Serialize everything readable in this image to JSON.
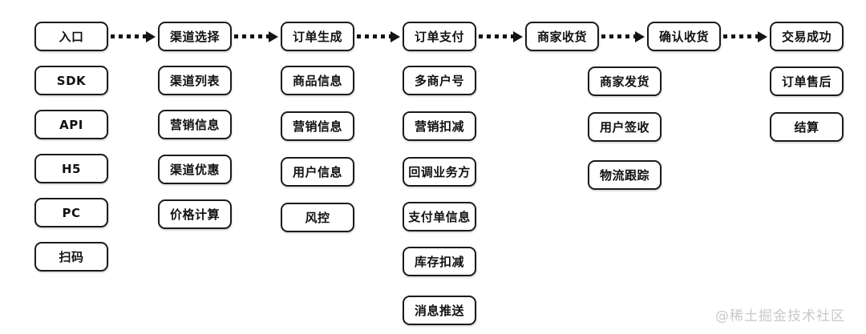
{
  "colors": {
    "background": "#ffffff",
    "box_fill": "#ffffff",
    "box_border": "#1b1b1b",
    "arrow": "#141414",
    "text": "#111111",
    "watermark_text": "#c9c9c9"
  },
  "flow": {
    "stages": [
      {
        "label": "入口",
        "items": [
          "SDK",
          "API",
          "H5",
          "PC",
          "扫码"
        ]
      },
      {
        "label": "渠道选择",
        "items": [
          "渠道列表",
          "营销信息",
          "渠道优惠",
          "价格计算"
        ]
      },
      {
        "label": "订单生成",
        "items": [
          "商品信息",
          "营销信息",
          "用户信息",
          "风控"
        ]
      },
      {
        "label": "订单支付",
        "items": [
          "多商户号",
          "营销扣减",
          "回调业务方",
          "支付单信息",
          "库存扣减",
          "消息推送"
        ]
      },
      {
        "label": "商家收货",
        "items": [
          "商家发货",
          "用户签收",
          "物流跟踪"
        ]
      },
      {
        "label": "确认收货",
        "items": []
      },
      {
        "label": "交易成功",
        "items": [
          "订单售后",
          "结算"
        ]
      }
    ]
  },
  "watermark": "@稀土掘金技术社区"
}
